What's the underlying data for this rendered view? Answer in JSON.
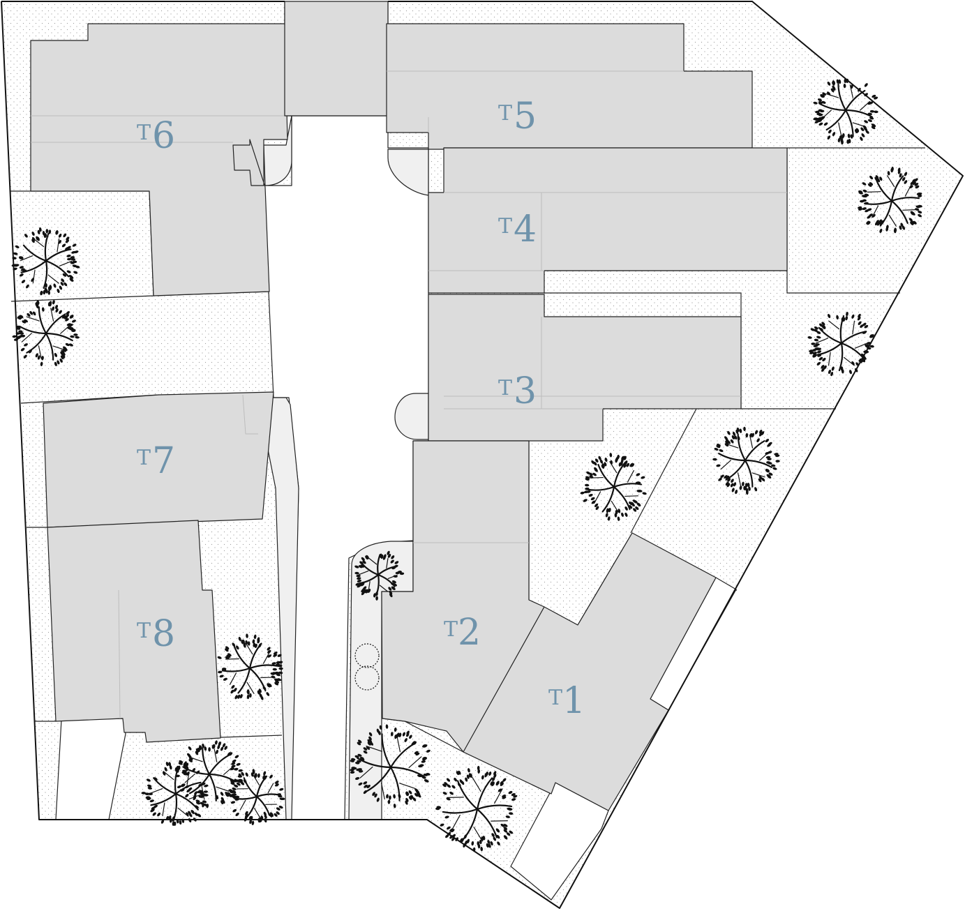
{
  "colors": {
    "building": "#dcdcdc",
    "label": "#6f93ab",
    "paved": "#f0f0f0",
    "line": "#222222"
  },
  "labels": [
    {
      "prefix": "T",
      "number": "1"
    },
    {
      "prefix": "T",
      "number": "2"
    },
    {
      "prefix": "T",
      "number": "3"
    },
    {
      "prefix": "T",
      "number": "4"
    },
    {
      "prefix": "T",
      "number": "5"
    },
    {
      "prefix": "T",
      "number": "6"
    },
    {
      "prefix": "T",
      "number": "7"
    },
    {
      "prefix": "T",
      "number": "8"
    }
  ]
}
